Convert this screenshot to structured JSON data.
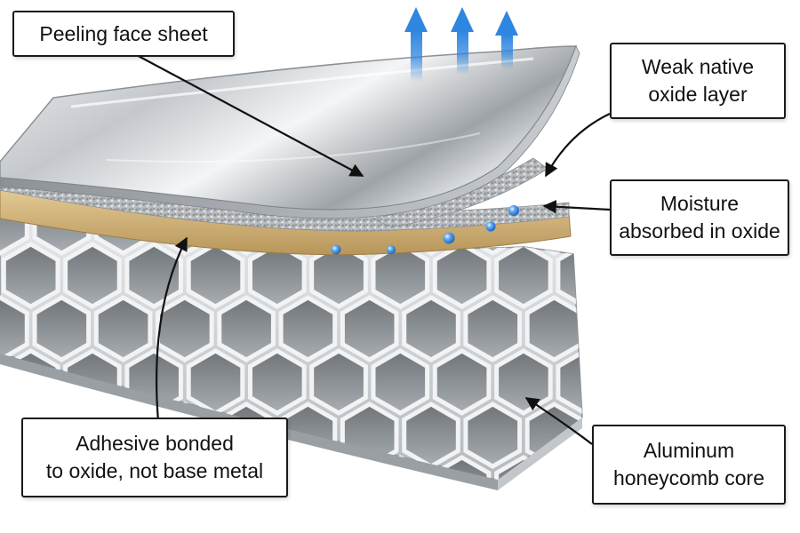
{
  "labels": {
    "face_sheet": "Peeling face sheet",
    "oxide_line1": "Weak native",
    "oxide_line2": "oxide layer",
    "moisture_line1": "Moisture",
    "moisture_line2": "absorbed in oxide",
    "adhesive_line1": "Adhesive bonded",
    "adhesive_line2": "to oxide, not base metal",
    "core_line1": "Aluminum",
    "core_line2": "honeycomb core"
  },
  "colors": {
    "arrow_blue": "#2f86e0",
    "adhesive_tan": "#d2b47a",
    "oxide_gray": "#b9bcbf",
    "moisture_blue": "#3a8ee8",
    "metal_silver": "#d9dcdf"
  },
  "icons": [
    "peel-direction-arrow",
    "moisture-droplet"
  ]
}
